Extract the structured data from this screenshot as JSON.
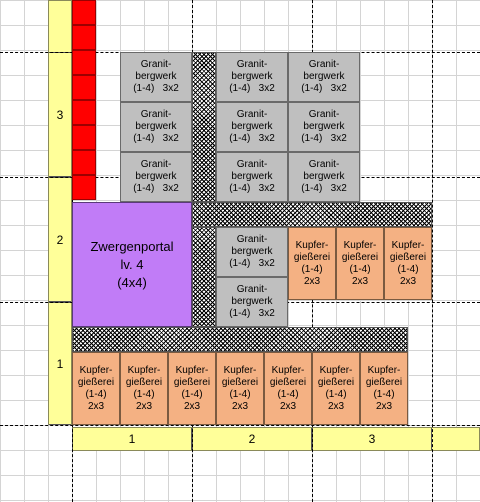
{
  "rows": [
    "3",
    "2",
    "1"
  ],
  "cols": [
    "1",
    "2",
    "3"
  ],
  "granit": {
    "l1": "Granit-",
    "l2": "bergwerk",
    "l3": "(1-4)",
    "size": "3x2"
  },
  "kupfer": {
    "l1": "Kupfer-",
    "l2": "gießerei",
    "l3": "(1-4)",
    "size": "2x3"
  },
  "portal": {
    "name": "Zwergenportal",
    "level": "lv. 4",
    "size": "(4x4)"
  },
  "colors": {
    "red": "#ff0000",
    "granit": "#bfbfbf",
    "kupfer": "#f4b183",
    "portal": "#c17cf7",
    "ruler": "#ffff99"
  }
}
